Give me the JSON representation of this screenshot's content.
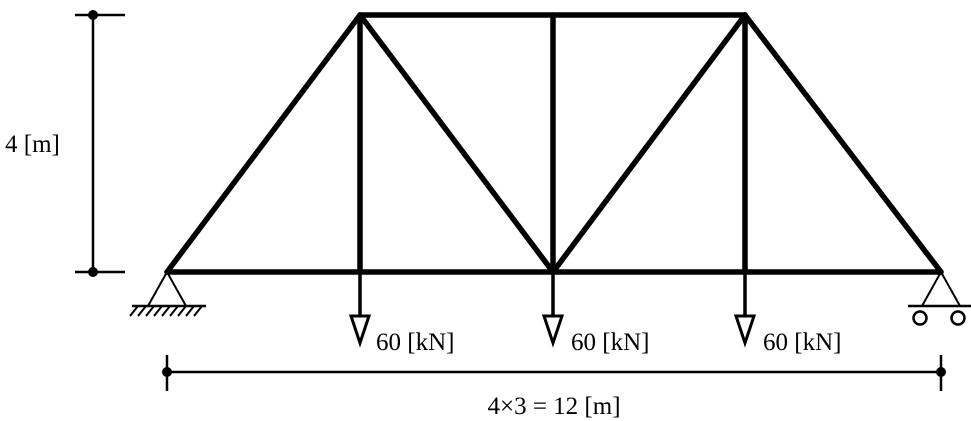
{
  "diagram": {
    "height_label": "4 [m]",
    "span_label": "4×3 = 12 [m]",
    "loads": [
      {
        "label": "60 [kN]"
      },
      {
        "label": "60 [kN]"
      },
      {
        "label": "60 [kN]"
      }
    ],
    "supports": {
      "left": "pin",
      "right": "roller"
    },
    "colors": {
      "stroke": "#000000",
      "background": "#ffffff"
    }
  }
}
